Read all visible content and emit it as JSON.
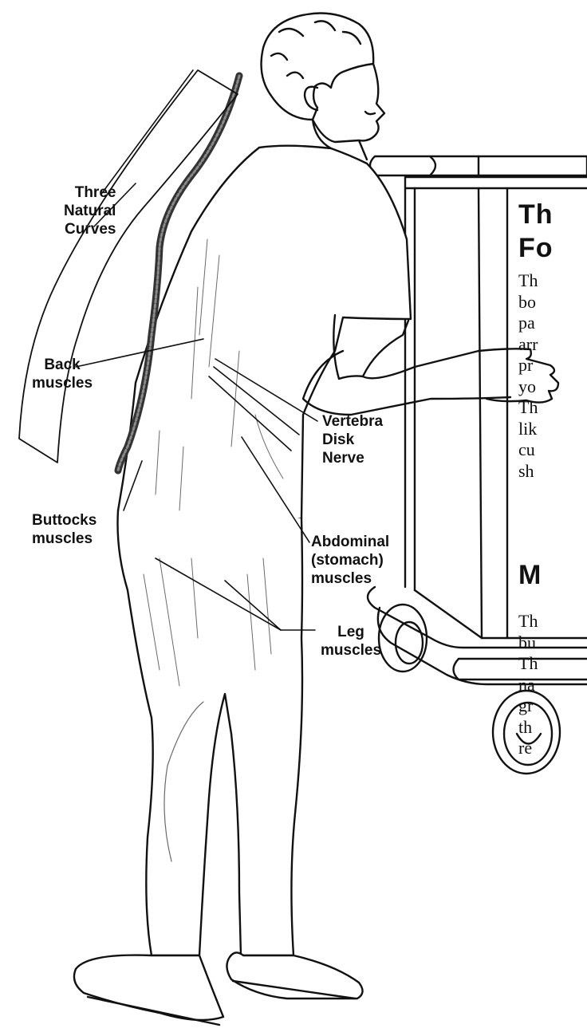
{
  "labels": {
    "curves": [
      "Three",
      "Natural",
      "Curves"
    ],
    "back": [
      "Back",
      "muscles"
    ],
    "vertebra": "Vertebra",
    "disk": "Disk",
    "nerve": "Nerve",
    "buttocks": [
      "Buttocks",
      "muscles"
    ],
    "abdominal": [
      "Abdominal",
      "(stomach)",
      "muscles"
    ],
    "leg": [
      "Leg",
      "muscles"
    ]
  },
  "sections": [
    {
      "heading": [
        "Th",
        "Fo"
      ],
      "lines": [
        "Th",
        "bo",
        "pa",
        "arr",
        "pr",
        "yo",
        "Th",
        "lik",
        "cu",
        "sh"
      ]
    },
    {
      "heading": [
        "M"
      ],
      "lines": [
        "Th",
        "bu",
        "Th",
        "na",
        "gr",
        "th",
        "re"
      ]
    }
  ],
  "colors": {
    "ink": "#111111",
    "paper": "#ffffff",
    "shade": "#6a6a6a"
  }
}
